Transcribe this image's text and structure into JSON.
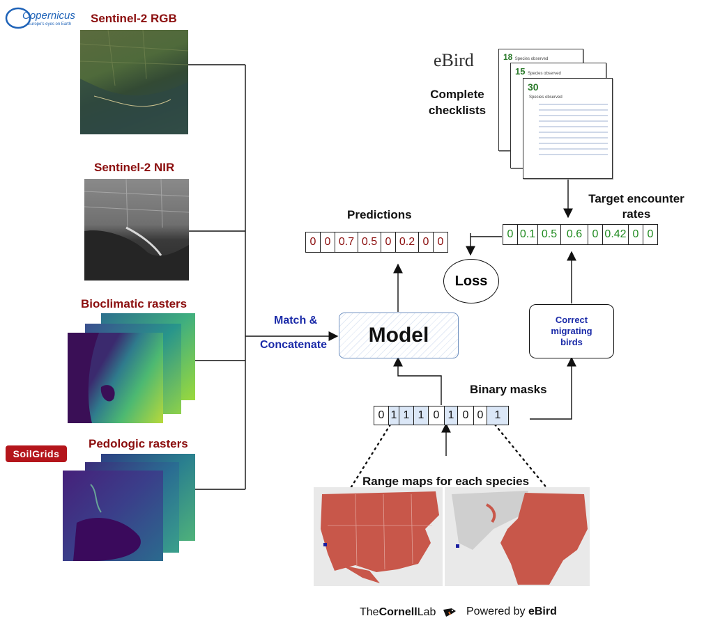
{
  "logos": {
    "copernicus": "Copernicus",
    "copernicus_tagline": "Europe's eyes on Earth",
    "ebird": "eBird",
    "soilgrids": "SoilGrids",
    "cornell_the": "The",
    "cornell_name": "Cornell",
    "cornell_lab": "Lab",
    "powered_by": "Powered by",
    "powered_ebird": "eBird"
  },
  "inputs": {
    "s2_rgb": "Sentinel-2 RGB",
    "s2_nir": "Sentinel-2 NIR",
    "bioclim": "Bioclimatic rasters",
    "pedo": "Pedologic rasters"
  },
  "checklists": {
    "label": "Complete checklists",
    "counts": [
      "18",
      "15",
      "30"
    ],
    "species_observed": "Species observed"
  },
  "match_concat_1": "Match &",
  "match_concat_2": "Concatenate",
  "model": "Model",
  "predictions": {
    "label": "Predictions",
    "values": [
      "0",
      "0",
      "0.7",
      "0.5",
      "0",
      "0.2",
      "0",
      "0"
    ]
  },
  "target": {
    "label": "Target encounter rates",
    "values": [
      "0",
      "0.1",
      "0.5",
      "0.6",
      "0",
      "0.42",
      "0",
      "0"
    ]
  },
  "loss": "Loss",
  "correct_migrating": "Correct migrating birds",
  "binary_masks": {
    "label": "Binary masks",
    "values": [
      "0",
      "1",
      "1",
      "1",
      "0",
      "1",
      "0",
      "0",
      "1"
    ],
    "on": [
      false,
      true,
      true,
      true,
      false,
      true,
      false,
      false,
      true
    ]
  },
  "range_maps": "Range maps for each species",
  "colors": {
    "red_title": "#8b0e0e",
    "prediction_text": "#8b0e0e",
    "target_text": "#1f8a1f",
    "mask_on": "#dbe7f7",
    "range_fill": "#c8574a"
  }
}
